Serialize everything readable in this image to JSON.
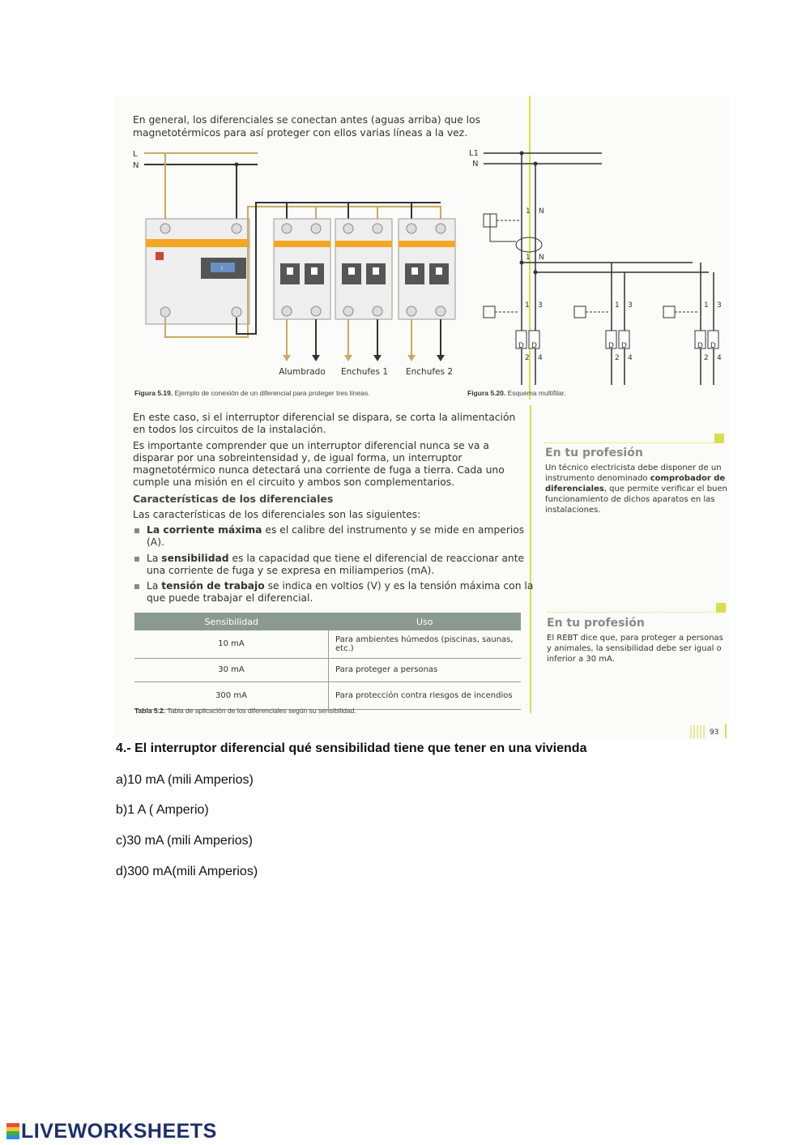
{
  "intro": "En general, los diferenciales se conectan antes (aguas arriba) que los magnetotérmicos para así proteger con ellos varias líneas a la vez.",
  "fig19": {
    "label_L": "L",
    "label_N": "N",
    "breaker_mark": "I",
    "lines": [
      "Alumbrado",
      "Enchufes 1",
      "Enchufes 2"
    ],
    "caption_num": "Figura 5.19.",
    "caption_text": "Ejemplo de conexión de un diferencial para proteger tres líneas."
  },
  "fig20": {
    "label_L1": "L1",
    "label_N": "N",
    "t1": "1",
    "tN": "N",
    "t3": "3",
    "t2": "2",
    "t4": "4",
    "d": "D",
    "caption_num": "Figura 5.20.",
    "caption_text": "Esquema multifilar."
  },
  "para1": "En este caso, si el interruptor diferencial se dispara, se corta la alimentación en todos los circuitos de la instalación.",
  "para2": "Es importante comprender que un interruptor diferencial nunca se va a disparar por una sobreintensidad y, de igual forma, un interruptor magnetotérmico nunca detectará una corriente de fuga a tierra. Cada uno cumple una misión en el circuito y ambos son complementarios.",
  "char_heading": "Características de los diferenciales",
  "char_intro": "Las características de los diferenciales son las siguientes:",
  "bullets": [
    {
      "term": "La corriente máxima",
      "rest": " es el calibre del instrumento y se mide en amperios (A)."
    },
    {
      "term_pre": "La ",
      "term": "sensibilidad",
      "rest": " es la capacidad que tiene el diferencial de reaccionar ante una corriente de fuga y se expresa en miliamperios (mA)."
    },
    {
      "term_pre": "La ",
      "term": "tensión de trabajo",
      "rest": " se indica en voltios (V) y es la tensión máxima con la que puede trabajar el diferencial."
    }
  ],
  "table": {
    "headers": [
      "Sensibilidad",
      "Uso"
    ],
    "rows": [
      [
        "10 mA",
        "Para ambientes húmedos (piscinas, saunas, etc.)"
      ],
      [
        "30 mA",
        "Para proteger a personas"
      ],
      [
        "300 mA",
        "Para protección contra riesgos de incendios"
      ]
    ],
    "caption_num": "Tabla 5.2.",
    "caption_text": "Tabla de aplicación de los diferenciales según su sensibilidad."
  },
  "side1": {
    "title": "En tu profesión",
    "pre": "Un técnico electricista debe disponer de un instrumento denominado ",
    "bold": "comprobador de diferenciales",
    "post": ", que permite verificar el buen funcionamiento de dichos aparatos en las instalaciones."
  },
  "side2": {
    "title": "En tu profesión",
    "text": "El REBT dice que, para proteger a personas y animales, la sensibilidad debe ser igual o inferior a 30 mA."
  },
  "page_number": "93",
  "question": {
    "title": "4.- El interruptor diferencial qué sensibilidad tiene que tener en una vivienda",
    "options": [
      "a)10 mA (mili Amperios)",
      "b)1 A ( Amperio)",
      "c)30 mA  (mili Amperios)",
      "d)300 mA(mili Amperios)"
    ]
  },
  "logo": "LIVEWORKSHEETS"
}
